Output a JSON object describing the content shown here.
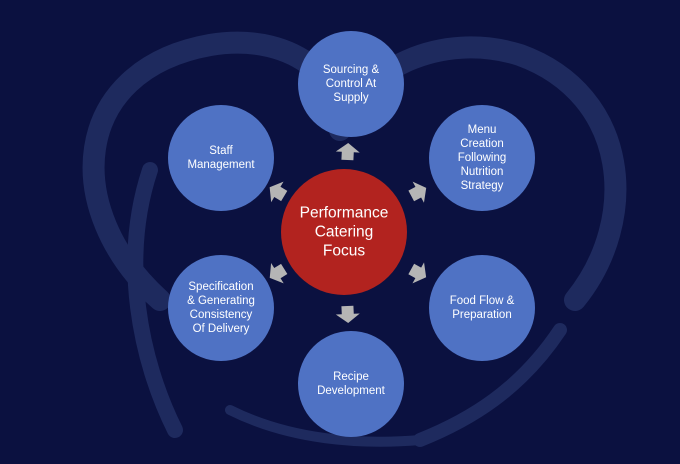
{
  "center": {
    "lines": [
      "Performance",
      "Catering",
      "Focus"
    ],
    "color": "#b2231f"
  },
  "nodes": [
    {
      "id": "sourcing",
      "lines": [
        "Sourcing &",
        "Control At",
        "Supply"
      ]
    },
    {
      "id": "menu",
      "lines": [
        "Menu",
        "Creation",
        "Following",
        "Nutrition",
        "Strategy"
      ]
    },
    {
      "id": "food-flow",
      "lines": [
        "Food Flow &",
        "Preparation"
      ]
    },
    {
      "id": "recipe",
      "lines": [
        "Recipe",
        "Development"
      ]
    },
    {
      "id": "specification",
      "lines": [
        "Specification",
        "& Generating",
        "Consistency",
        "Of Delivery"
      ]
    },
    {
      "id": "staff",
      "lines": [
        "Staff",
        "Management"
      ]
    }
  ],
  "colors": {
    "background": "#0b1140",
    "node_fill": "#4f72c4",
    "arrow_fill": "#b5b5b5",
    "watermark": "#1e2a5e"
  }
}
